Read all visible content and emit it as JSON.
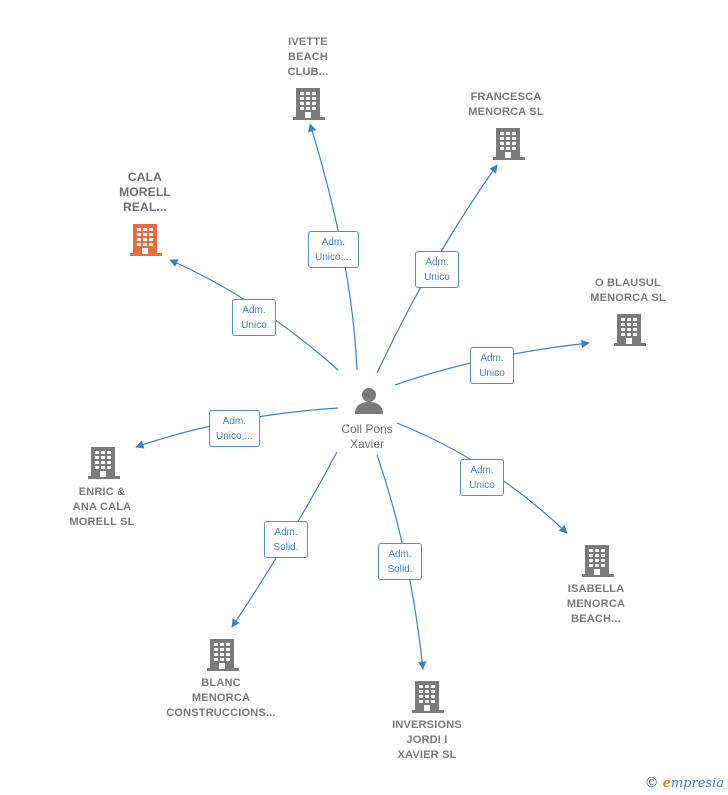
{
  "colors": {
    "edge": "#3a7fd0",
    "building": "#7b7b7b",
    "building_highlight": "#ef6a3c",
    "person": "#7b7b7b"
  },
  "center": {
    "name": "Coll Pons\nXavier",
    "icon": "person-icon"
  },
  "nodes": [
    {
      "id": "ivette",
      "name": "IVETTE\nBEACH\nCLUB...",
      "icon": "building-icon",
      "highlight": false,
      "edge_label": "Adm.\nUnico,..."
    },
    {
      "id": "francesca",
      "name": "FRANCESCA\nMENORCA  SL",
      "icon": "building-icon",
      "highlight": false,
      "edge_label": "Adm.\nUnico"
    },
    {
      "id": "cala-morell",
      "name": "CALA\nMORELL\nREAL...",
      "icon": "building-icon",
      "highlight": true,
      "edge_label": "Adm.\nUnico"
    },
    {
      "id": "o-blausul",
      "name": "O BLAUSUL\nMENORCA  SL",
      "icon": "building-icon",
      "highlight": false,
      "edge_label": "Adm.\nUnico"
    },
    {
      "id": "enric",
      "name": "ENRIC &\nANA CALA\nMORELL  SL",
      "icon": "building-icon",
      "highlight": false,
      "edge_label": "Adm.\nUnico,..."
    },
    {
      "id": "isabella",
      "name": "ISABELLA\nMENORCA\nBEACH...",
      "icon": "building-icon",
      "highlight": false,
      "edge_label": "Adm.\nUnico"
    },
    {
      "id": "blanc",
      "name": "BLANC\nMENORCA\nCONSTRUCCIONS...",
      "icon": "building-icon",
      "highlight": false,
      "edge_label": "Adm.\nSolid."
    },
    {
      "id": "inversions",
      "name": "INVERSIONS\nJORDI I\nXAVIER  SL",
      "icon": "building-icon",
      "highlight": false,
      "edge_label": "Adm.\nSolid."
    }
  ],
  "brand": {
    "copyright_symbol": "©",
    "initial": "e",
    "rest": "mpresia"
  }
}
